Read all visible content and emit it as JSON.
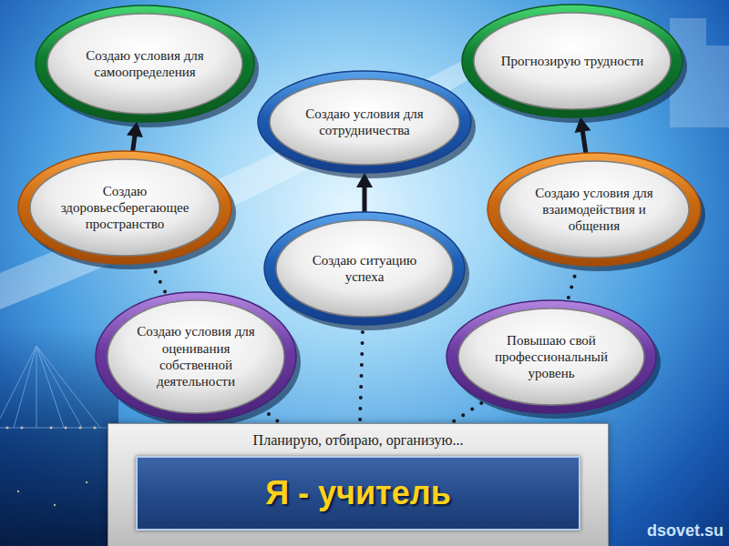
{
  "diagram": {
    "nodes": [
      {
        "text": [
          "Создаю условия для самоопределения"
        ]
      },
      {
        "text": [
          "Прогнозирую трудности"
        ]
      },
      {
        "text": [
          "Создаю условия для сотрудничества"
        ]
      },
      {
        "text": [
          "Создаю здоровьесберегающее пространство"
        ]
      },
      {
        "text": [
          "Создаю условия для взаимодействия и общения"
        ]
      },
      {
        "text": [
          "Создаю ситуацию успеха"
        ]
      },
      {
        "text": [
          "Создаю условия для оценивания собственной деятельности"
        ]
      },
      {
        "text": [
          "Повышаю свой профессиональный уровень"
        ]
      },
      {
        "text": [
          "Планирую, отбираю, организую..."
        ]
      },
      {
        "text": [
          "Я - учитель"
        ],
        "in": 8
      }
    ],
    "edges": [
      {
        "from": 3,
        "to": 0,
        "arrow": "to"
      },
      {
        "from": 5,
        "to": 2,
        "arrow": "to"
      },
      {
        "from": 4,
        "to": 1,
        "arrow": "to"
      },
      {
        "from": 6,
        "to": 3,
        "arrow": "none"
      },
      {
        "from": 8,
        "to": 6,
        "arrow": "none"
      },
      {
        "from": 8,
        "to": 5,
        "arrow": "none"
      },
      {
        "from": 8,
        "to": 7,
        "arrow": "none"
      },
      {
        "from": 7,
        "to": 4,
        "arrow": "none"
      }
    ],
    "labels": [
      "dsovet.su"
    ]
  }
}
